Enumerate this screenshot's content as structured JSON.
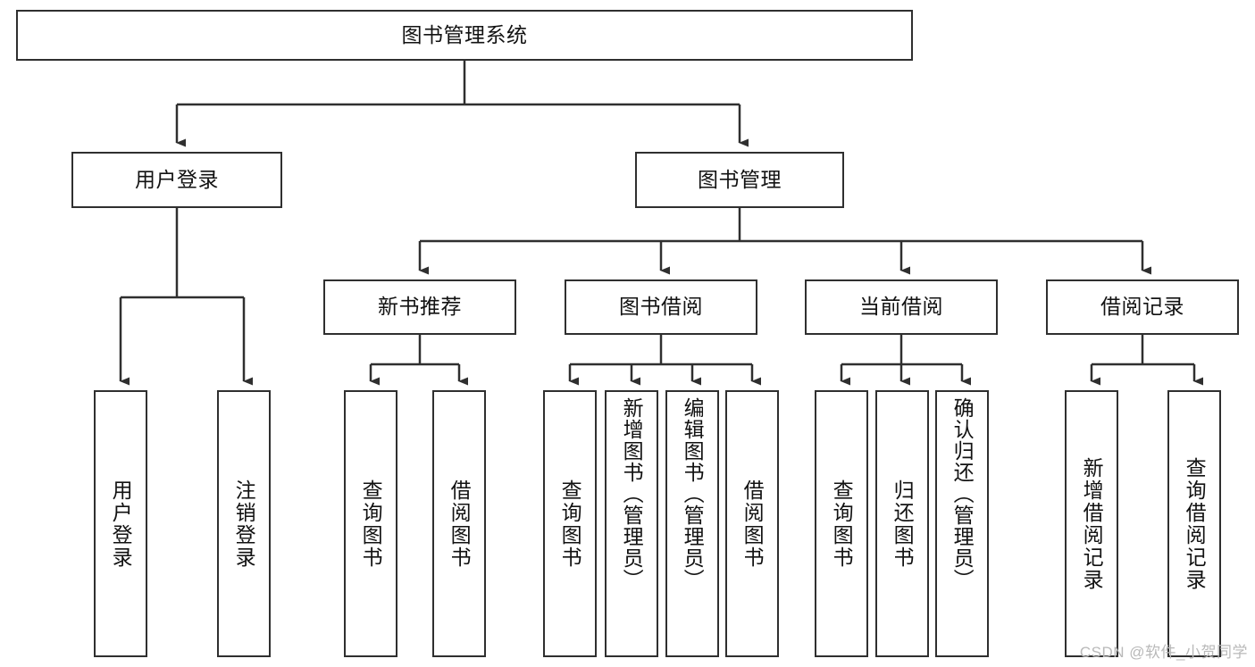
{
  "diagram": {
    "title": "图书管理系统",
    "type": "function-tree",
    "watermark": "CSDN @软件_小贺同学",
    "colors": {
      "stroke": "#2f2f2f",
      "background": "#ffffff",
      "text": "#121212",
      "watermark": "#b9b9b9"
    },
    "levels": {
      "root": {
        "label": "图书管理系统"
      },
      "level2": [
        {
          "id": "user-login",
          "label": "用户登录"
        },
        {
          "id": "book-manage",
          "label": "图书管理"
        }
      ],
      "level3": [
        {
          "id": "new-book-recommend",
          "label": "新书推荐"
        },
        {
          "id": "book-borrow",
          "label": "图书借阅"
        },
        {
          "id": "current-borrow",
          "label": "当前借阅"
        },
        {
          "id": "borrow-record",
          "label": "借阅记录"
        }
      ],
      "leaves": {
        "user-login": [
          {
            "id": "leaf-user-login",
            "label": "用户登录"
          },
          {
            "id": "leaf-logout-login",
            "label": "注销登录"
          }
        ],
        "new-book-recommend": [
          {
            "id": "leaf-query-book-1",
            "label": "查询图书"
          },
          {
            "id": "leaf-borrow-book-1",
            "label": "借阅图书"
          }
        ],
        "book-borrow": [
          {
            "id": "leaf-query-book-2",
            "label": "查询图书"
          },
          {
            "id": "leaf-add-book",
            "label": "新增图书（管理员）"
          },
          {
            "id": "leaf-edit-book",
            "label": "编辑图书（管理员）"
          },
          {
            "id": "leaf-borrow-book-2",
            "label": "借阅图书"
          }
        ],
        "current-borrow": [
          {
            "id": "leaf-query-book-3",
            "label": "查询图书"
          },
          {
            "id": "leaf-return-book",
            "label": "归还图书"
          },
          {
            "id": "leaf-confirm-return",
            "label": "确认归还（管理员）"
          }
        ],
        "borrow-record": [
          {
            "id": "leaf-add-record",
            "label": "新增借阅记录"
          },
          {
            "id": "leaf-query-record",
            "label": "查询借阅记录"
          }
        ]
      }
    }
  }
}
